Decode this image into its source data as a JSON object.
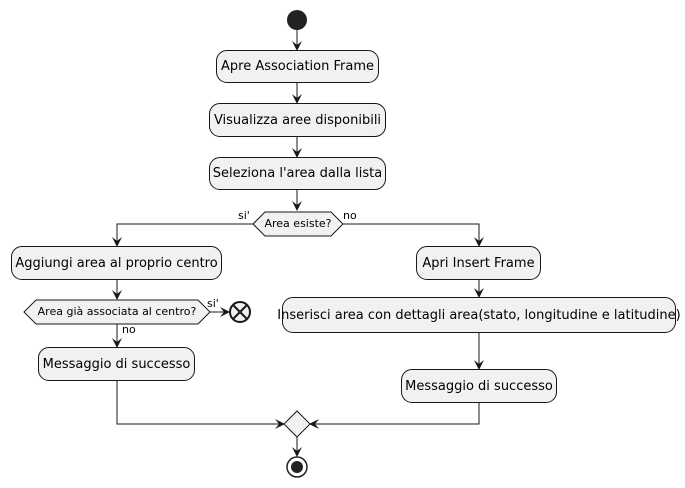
{
  "actions": {
    "open_association": "Apre Association Frame",
    "show_areas": "Visualizza aree disponibili",
    "select_area": "Seleziona l'area dalla lista",
    "add_area": "Aggiungi area al proprio centro",
    "success_left": "Messaggio di successo",
    "open_insert": "Apri Insert Frame",
    "insert_area": "Inserisci area con dettagli area(stato, longitudine e latitudine)",
    "success_right": "Messaggio di successo"
  },
  "decisions": {
    "area_exists": "Area esiste?",
    "already_associated": "Area già associata al centro?"
  },
  "branch_labels": {
    "exists_yes": "si'",
    "exists_no": "no",
    "associated_yes": "si'",
    "associated_no": "no"
  },
  "colors": {
    "node_fill": "#f1f1f1",
    "stroke": "#181818",
    "start_fill": "#222222"
  }
}
